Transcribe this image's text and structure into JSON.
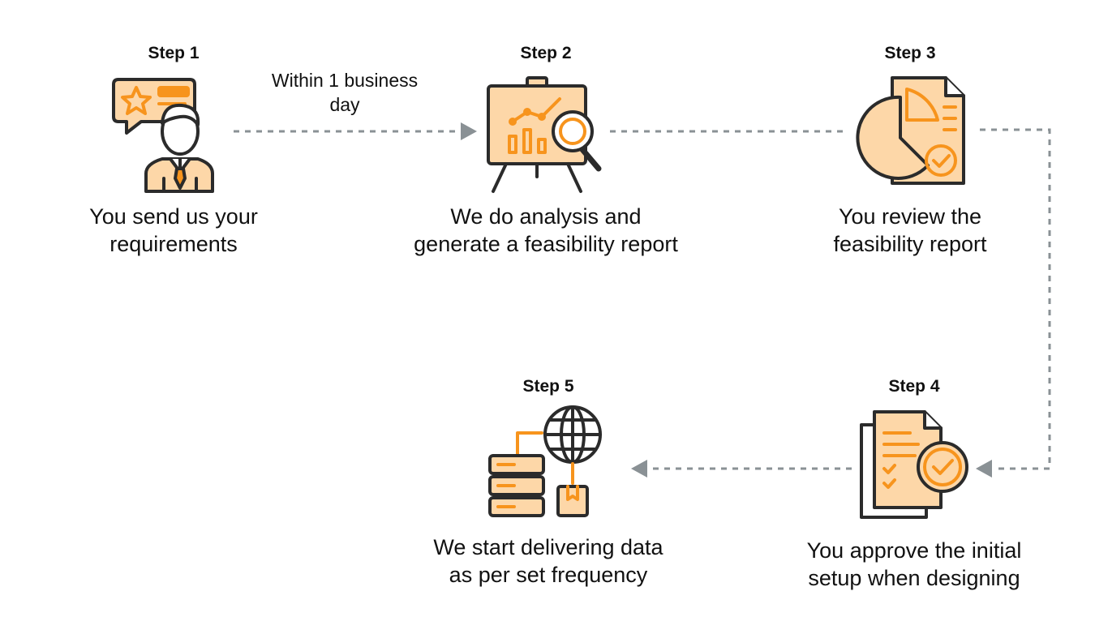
{
  "steps": [
    {
      "label": "Step 1",
      "caption_line1": "You send us your",
      "caption_line2": "requirements",
      "icon": "customer-requirements-icon"
    },
    {
      "label": "Step 2",
      "caption_line1": "We do analysis and",
      "caption_line2": "generate a feasibility report",
      "icon": "analysis-board-icon"
    },
    {
      "label": "Step 3",
      "caption_line1": "You review the",
      "caption_line2": "feasibility report",
      "icon": "report-review-icon"
    },
    {
      "label": "Step 4",
      "caption_line1": "You approve the initial",
      "caption_line2": "setup when designing",
      "icon": "approval-document-icon"
    },
    {
      "label": "Step 5",
      "caption_line1": "We start delivering data",
      "caption_line2": "as per set frequency",
      "icon": "data-delivery-icon"
    }
  ],
  "connector_note": {
    "line1": "Within 1 business",
    "line2": "day"
  },
  "colors": {
    "accent": "#F7941D",
    "accent_light": "#FDD7A8",
    "outline": "#2B2B2B",
    "connector": "#8A9195"
  }
}
